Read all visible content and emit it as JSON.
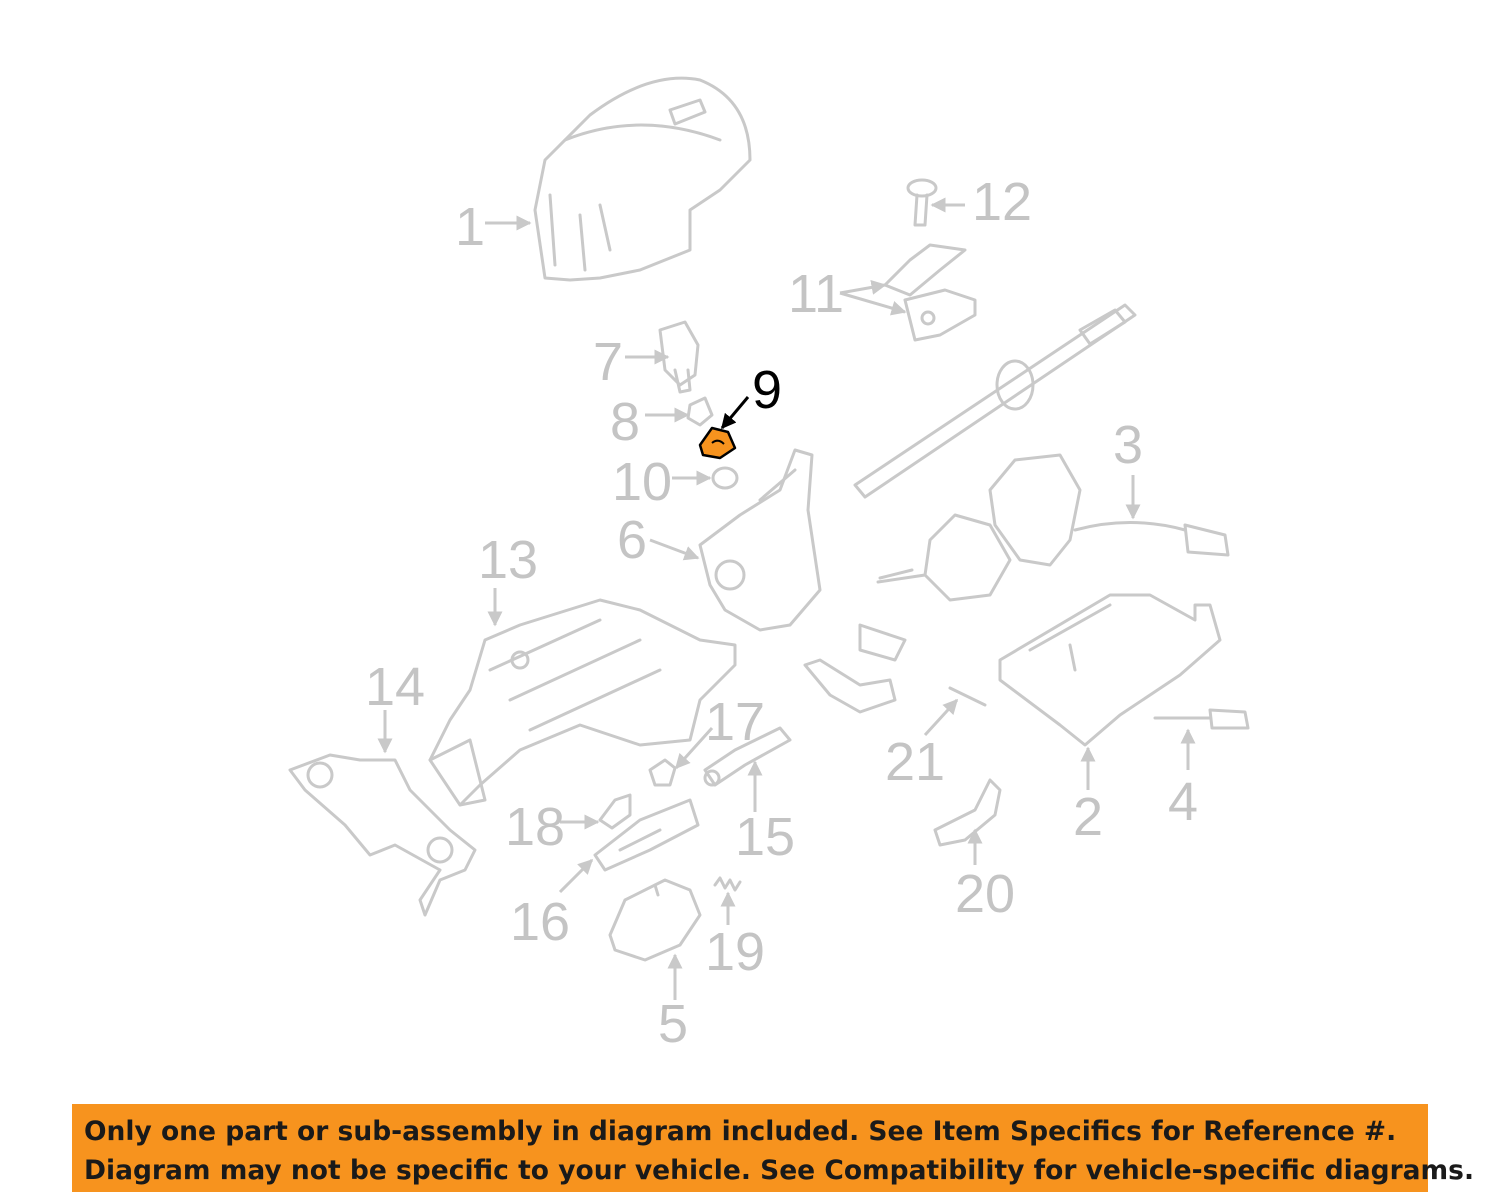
{
  "diagram": {
    "callouts": [
      {
        "id": 1,
        "label": "1"
      },
      {
        "id": 2,
        "label": "2"
      },
      {
        "id": 3,
        "label": "3"
      },
      {
        "id": 4,
        "label": "4"
      },
      {
        "id": 5,
        "label": "5"
      },
      {
        "id": 6,
        "label": "6"
      },
      {
        "id": 7,
        "label": "7"
      },
      {
        "id": 8,
        "label": "8"
      },
      {
        "id": 9,
        "label": "9",
        "highlighted": true
      },
      {
        "id": 10,
        "label": "10"
      },
      {
        "id": 11,
        "label": "11"
      },
      {
        "id": 12,
        "label": "12"
      },
      {
        "id": 13,
        "label": "13"
      },
      {
        "id": 14,
        "label": "14"
      },
      {
        "id": 15,
        "label": "15"
      },
      {
        "id": 16,
        "label": "16"
      },
      {
        "id": 17,
        "label": "17"
      },
      {
        "id": 18,
        "label": "18"
      },
      {
        "id": 19,
        "label": "19"
      },
      {
        "id": 20,
        "label": "20"
      },
      {
        "id": 21,
        "label": "21"
      }
    ],
    "colors": {
      "part_outline": "#c9c9c9",
      "highlight": "#f7931e",
      "banner": "#f7931e"
    }
  },
  "banner": {
    "line1": "Only one part or sub-assembly in diagram included. See Item Specifics for Reference #.",
    "line2": "Diagram may not be specific to your vehicle. See Compatibility for vehicle-specific diagrams."
  }
}
